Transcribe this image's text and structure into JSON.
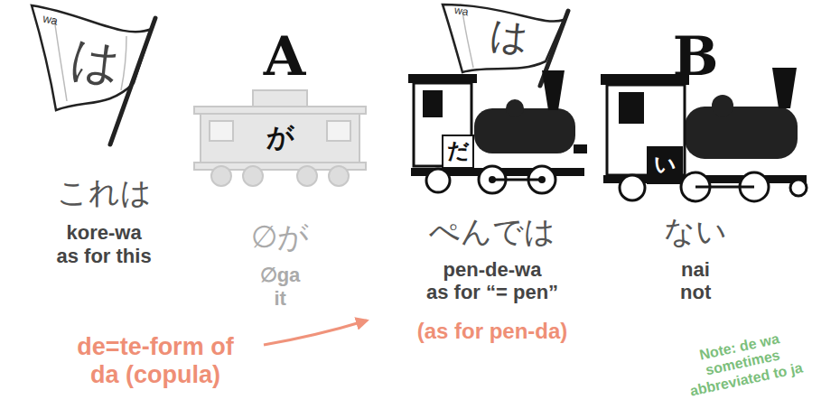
{
  "diagram": {
    "nodes": [
      {
        "text": [
          "wa",
          "は"
        ]
      },
      {
        "text": [
          "が"
        ]
      },
      {
        "text": [
          "wa",
          "は"
        ]
      },
      {
        "text": [
          "だ"
        ]
      },
      {
        "text": [
          "い"
        ]
      }
    ],
    "labels": [
      "A",
      "B",
      "これは",
      "kore-wa",
      "as for this",
      "∅が",
      "∅ga",
      "it",
      "ぺんでは",
      "pen-de-wa",
      "as for “= pen”",
      "(as for pen-da)",
      "ない",
      "nai",
      "not",
      "de=te-form of da (copula)",
      "Note: de wa sometimes abbreviated to ja"
    ]
  }
}
